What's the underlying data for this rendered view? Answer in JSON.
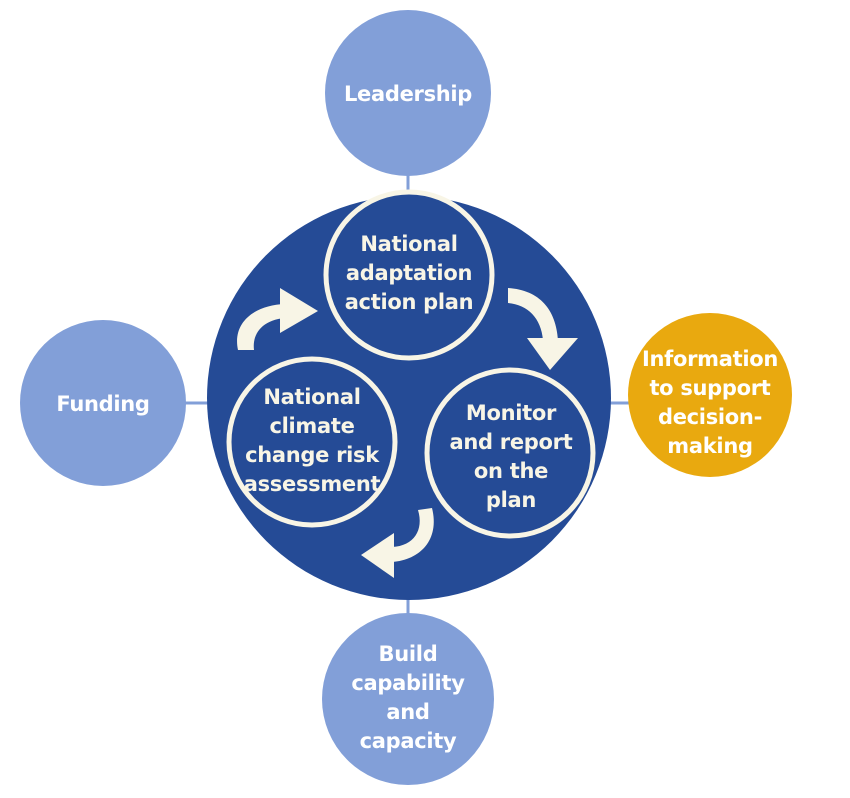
{
  "colors": {
    "outer_node": "#829fd8",
    "highlight_node": "#e9a90f",
    "hub": "#254b96",
    "inner_stroke": "#f8f5e6",
    "arrow": "#f8f5e6",
    "connector": "#829fd8"
  },
  "nodes": {
    "leadership": "Leadership",
    "funding": "Funding",
    "information": "Information\nto support\ndecision-\nmaking",
    "capability": "Build\ncapability\nand\ncapacity"
  },
  "cycle": {
    "plan": "National\nadaptation\naction plan",
    "monitor": "Monitor\nand report\non the\nplan",
    "assessment": "National\nclimate\nchange risk\nassessment"
  }
}
